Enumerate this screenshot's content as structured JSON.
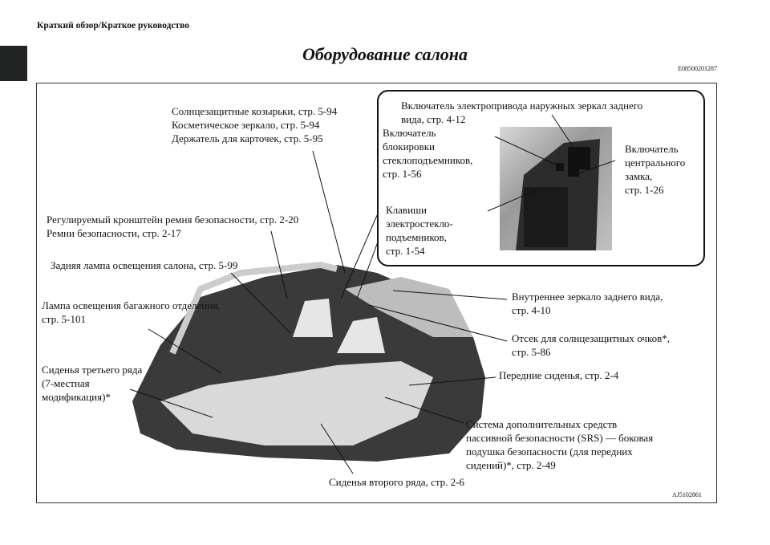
{
  "header": {
    "section": "Краткий обзор/Краткое руководство",
    "title": "Оборудование салона",
    "code": "E08500201287"
  },
  "labels": {
    "sun_visors": "Солнцезащитные козырьки, стр. 5-94\nКосметическое зеркало, стр. 5-94\nДержатель для карточек, стр. 5-95",
    "belt": "Регулируемый кронштейн ремня безопасности, стр. 2-20\nРемни безопасности, стр. 2-17",
    "rear_lamp": "Задняя лампа освещения салона, стр. 5-99",
    "luggage_lamp": "Лампа освещения багажного отделения,\nстр. 5-101",
    "third_row": "Сиденья третьего ряда\n(7-местная\nмодификация)*",
    "mirror": "Внутреннее зеркало заднего вида,\nстр. 4-10",
    "glasses": "Отсек для солнцезащитных очков*,\nстр. 5-86",
    "front_seats": "Передние сиденья, стр. 2-4",
    "srs": "Система дополнительных средств\nпассивной безопасности (SRS) — боковая\nподушка безопасности (для передних\nсидений)*, стр. 2-49",
    "second_row": "Сиденья второго ряда, стр. 2-6"
  },
  "inset": {
    "mirror_switch": "Включатель электропривода наружных зеркал заднего\nвида, стр. 4-12",
    "window_lock": "Включатель\nблокировки\nстеклоподъемников,\nстр. 1-56",
    "central_lock": "Включатель\nцентрального\nзамка,\nстр. 1-26",
    "window_switches": "Клавиши\nэлектростекло-\nподъемников,\nстр. 1-54"
  },
  "figure_id": "AJ5102861"
}
